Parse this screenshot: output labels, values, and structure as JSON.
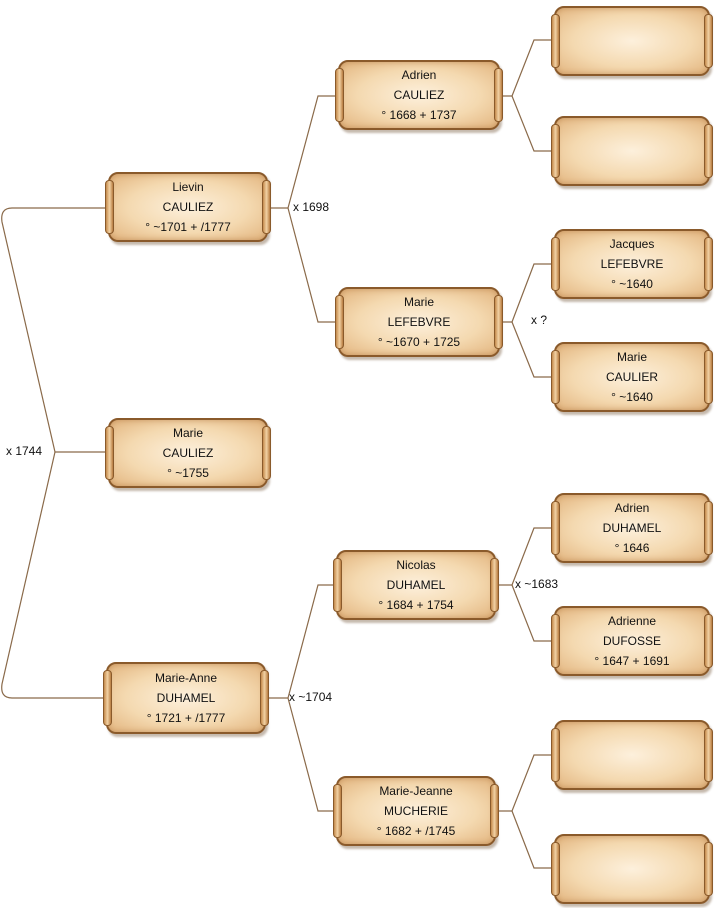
{
  "persons": {
    "marie_cauliez": {
      "first": "Marie",
      "last": "CAULIEZ",
      "dates": "° ~1755"
    },
    "lievin_cauliez": {
      "first": "Lievin",
      "last": "CAULIEZ",
      "dates": "° ~1701 + /1777"
    },
    "marie_anne_duhamel": {
      "first": "Marie-Anne",
      "last": "DUHAMEL",
      "dates": "° 1721 + /1777"
    },
    "adrien_cauliez": {
      "first": "Adrien",
      "last": "CAULIEZ",
      "dates": "° 1668 + 1737"
    },
    "marie_lefebvre": {
      "first": "Marie",
      "last": "LEFEBVRE",
      "dates": "° ~1670 + 1725"
    },
    "nicolas_duhamel": {
      "first": "Nicolas",
      "last": "DUHAMEL",
      "dates": "° 1684 + 1754"
    },
    "marie_jeanne_mucherie": {
      "first": "Marie-Jeanne",
      "last": "MUCHERIE",
      "dates": "° 1682 + /1745"
    },
    "jacques_lefebvre": {
      "first": "Jacques",
      "last": "LEFEBVRE",
      "dates": "° ~1640"
    },
    "marie_caulier": {
      "first": "Marie",
      "last": "CAULIER",
      "dates": "° ~1640"
    },
    "adrien_duhamel": {
      "first": "Adrien",
      "last": "DUHAMEL",
      "dates": "° 1646"
    },
    "adrienne_dufosse": {
      "first": "Adrienne",
      "last": "DUFOSSE",
      "dates": "° 1647 + 1691"
    }
  },
  "marriages": {
    "gen1": "x 1744",
    "cauliez_lefebvre": "x 1698",
    "duhamel_mucherie": "x ~1704",
    "lefebvre_caulier": "x ?",
    "duhamel_dufosse": "x ~1683"
  }
}
